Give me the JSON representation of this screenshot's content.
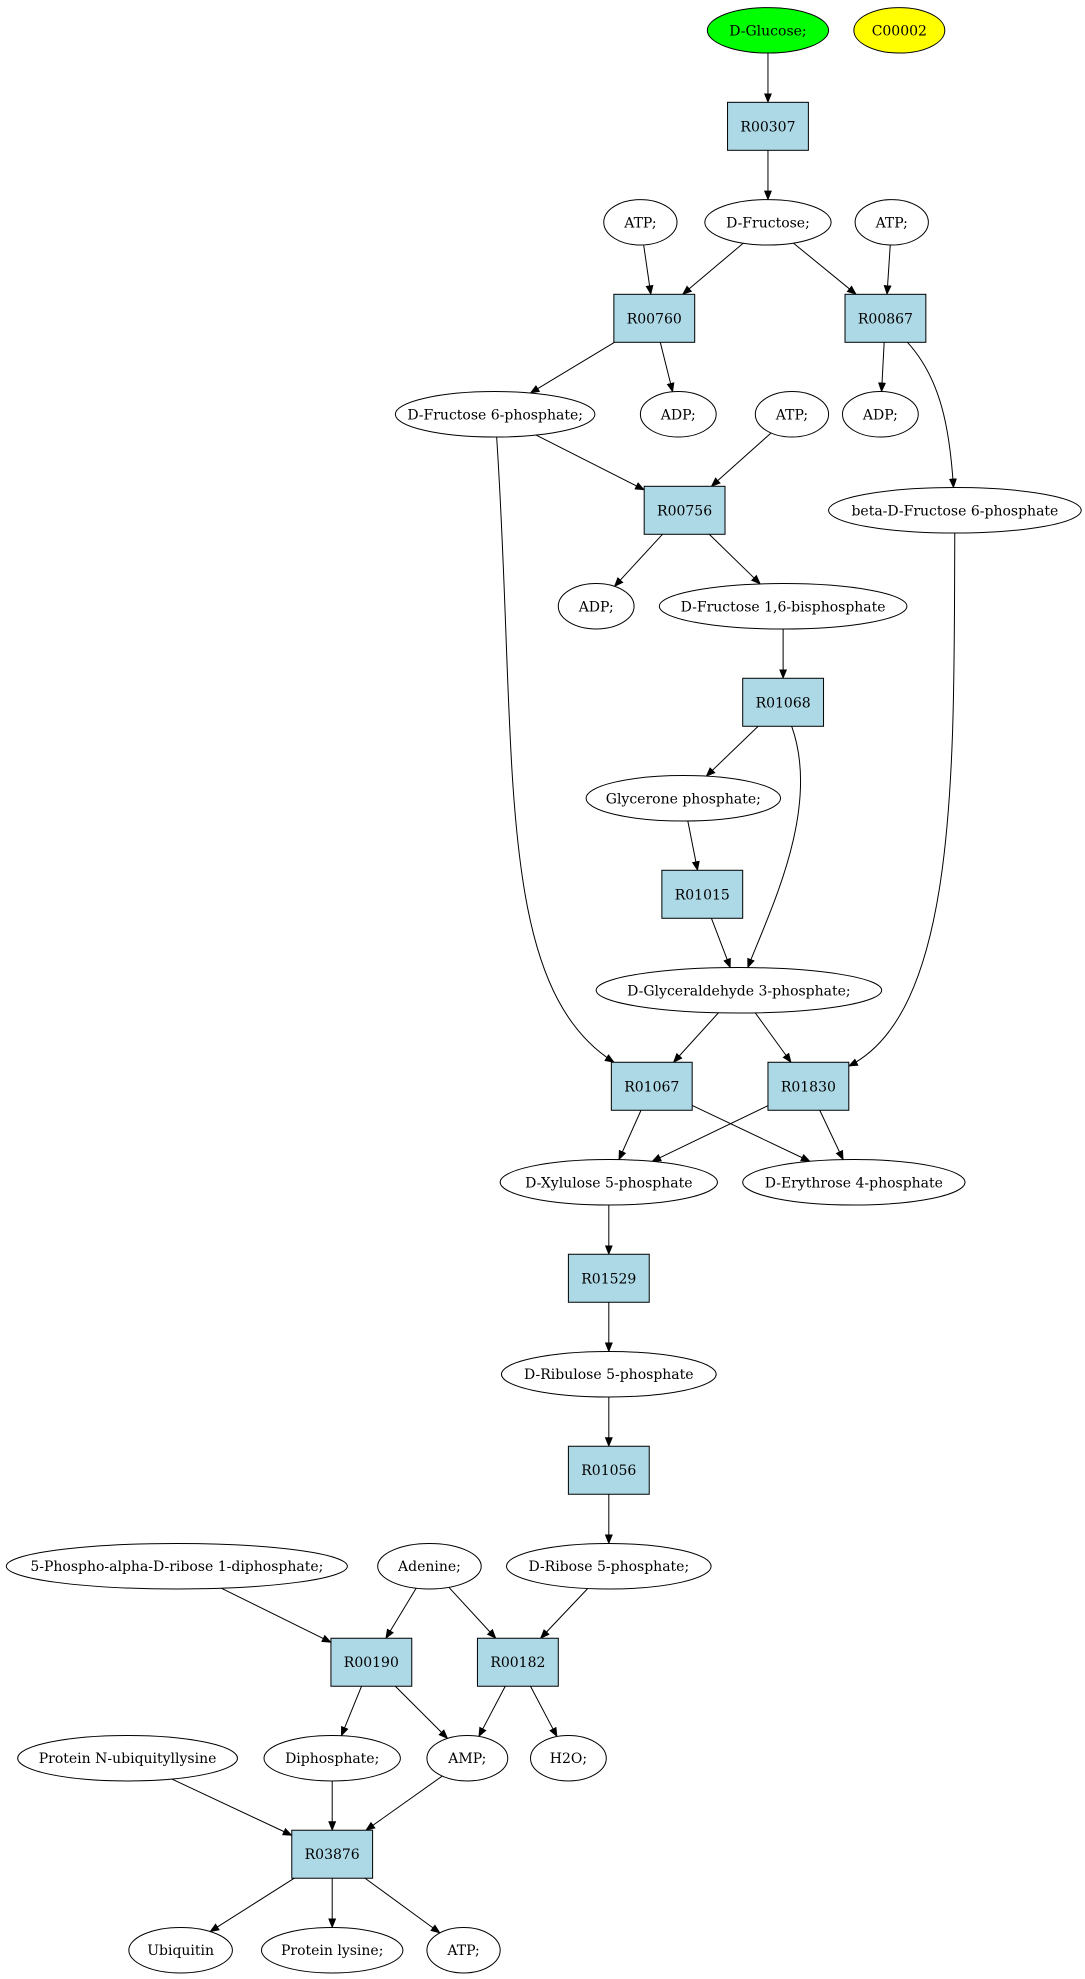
{
  "colors": {
    "start_compound": "#00ff00",
    "highlight_compound": "#ffff00",
    "reaction_fill": "#add8e6",
    "compound_fill": "#ffffff",
    "edge": "#000000"
  },
  "nodes": [
    {
      "id": "n_glucose",
      "kind": "compound",
      "role": "start",
      "label": "D-Glucose;"
    },
    {
      "id": "n_c00002",
      "kind": "compound",
      "role": "highlight",
      "label": "C00002"
    },
    {
      "id": "n_r00307",
      "kind": "reaction",
      "label": "R00307"
    },
    {
      "id": "n_atp1",
      "kind": "compound",
      "label": "ATP;"
    },
    {
      "id": "n_fructose",
      "kind": "compound",
      "label": "D-Fructose;"
    },
    {
      "id": "n_atp2",
      "kind": "compound",
      "label": "ATP;"
    },
    {
      "id": "n_r00760",
      "kind": "reaction",
      "label": "R00760"
    },
    {
      "id": "n_r00867",
      "kind": "reaction",
      "label": "R00867"
    },
    {
      "id": "n_f6p",
      "kind": "compound",
      "label": "D-Fructose 6-phosphate;"
    },
    {
      "id": "n_adp1",
      "kind": "compound",
      "label": "ADP;"
    },
    {
      "id": "n_atp3",
      "kind": "compound",
      "label": "ATP;"
    },
    {
      "id": "n_adp2",
      "kind": "compound",
      "label": "ADP;"
    },
    {
      "id": "n_bf6p",
      "kind": "compound",
      "label": "beta-D-Fructose 6-phosphate"
    },
    {
      "id": "n_r00756",
      "kind": "reaction",
      "label": "R00756"
    },
    {
      "id": "n_adp3",
      "kind": "compound",
      "label": "ADP;"
    },
    {
      "id": "n_f16bp",
      "kind": "compound",
      "label": "D-Fructose 1,6-bisphosphate"
    },
    {
      "id": "n_r01068",
      "kind": "reaction",
      "label": "R01068"
    },
    {
      "id": "n_glycerone",
      "kind": "compound",
      "label": "Glycerone phosphate;"
    },
    {
      "id": "n_r01015",
      "kind": "reaction",
      "label": "R01015"
    },
    {
      "id": "n_g3p",
      "kind": "compound",
      "label": "D-Glyceraldehyde 3-phosphate;"
    },
    {
      "id": "n_r01067",
      "kind": "reaction",
      "label": "R01067"
    },
    {
      "id": "n_r01830",
      "kind": "reaction",
      "label": "R01830"
    },
    {
      "id": "n_x5p",
      "kind": "compound",
      "label": "D-Xylulose 5-phosphate"
    },
    {
      "id": "n_e4p",
      "kind": "compound",
      "label": "D-Erythrose 4-phosphate"
    },
    {
      "id": "n_r01529",
      "kind": "reaction",
      "label": "R01529"
    },
    {
      "id": "n_ru5p",
      "kind": "compound",
      "label": "D-Ribulose 5-phosphate"
    },
    {
      "id": "n_r01056",
      "kind": "reaction",
      "label": "R01056"
    },
    {
      "id": "n_prpp",
      "kind": "compound",
      "label": "5-Phospho-alpha-D-ribose 1-diphosphate;"
    },
    {
      "id": "n_adenine",
      "kind": "compound",
      "label": "Adenine;"
    },
    {
      "id": "n_r5p",
      "kind": "compound",
      "label": "D-Ribose 5-phosphate;"
    },
    {
      "id": "n_r00190",
      "kind": "reaction",
      "label": "R00190"
    },
    {
      "id": "n_r00182",
      "kind": "reaction",
      "label": "R00182"
    },
    {
      "id": "n_ubilys",
      "kind": "compound",
      "label": "Protein N-ubiquityllysine"
    },
    {
      "id": "n_diphosphate",
      "kind": "compound",
      "label": "Diphosphate;"
    },
    {
      "id": "n_amp",
      "kind": "compound",
      "label": "AMP;"
    },
    {
      "id": "n_h2o",
      "kind": "compound",
      "label": "H2O;"
    },
    {
      "id": "n_r03876",
      "kind": "reaction",
      "label": "R03876"
    },
    {
      "id": "n_ubiquitin",
      "kind": "compound",
      "label": "Ubiquitin"
    },
    {
      "id": "n_plys",
      "kind": "compound",
      "label": "Protein lysine;"
    },
    {
      "id": "n_atp4",
      "kind": "compound",
      "label": "ATP;"
    }
  ],
  "edges": [
    {
      "from": "n_glucose",
      "to": "n_r00307"
    },
    {
      "from": "n_r00307",
      "to": "n_fructose"
    },
    {
      "from": "n_atp1",
      "to": "n_r00760"
    },
    {
      "from": "n_fructose",
      "to": "n_r00760"
    },
    {
      "from": "n_fructose",
      "to": "n_r00867"
    },
    {
      "from": "n_atp2",
      "to": "n_r00867"
    },
    {
      "from": "n_r00760",
      "to": "n_f6p"
    },
    {
      "from": "n_r00760",
      "to": "n_adp1"
    },
    {
      "from": "n_r00867",
      "to": "n_adp2"
    },
    {
      "from": "n_r00867",
      "to": "n_bf6p"
    },
    {
      "from": "n_f6p",
      "to": "n_r00756"
    },
    {
      "from": "n_atp3",
      "to": "n_r00756"
    },
    {
      "from": "n_r00756",
      "to": "n_adp3"
    },
    {
      "from": "n_r00756",
      "to": "n_f16bp"
    },
    {
      "from": "n_f16bp",
      "to": "n_r01068"
    },
    {
      "from": "n_r01068",
      "to": "n_glycerone"
    },
    {
      "from": "n_r01068",
      "to": "n_g3p"
    },
    {
      "from": "n_glycerone",
      "to": "n_r01015"
    },
    {
      "from": "n_r01015",
      "to": "n_g3p"
    },
    {
      "from": "n_f6p",
      "to": "n_r01067"
    },
    {
      "from": "n_g3p",
      "to": "n_r01067"
    },
    {
      "from": "n_g3p",
      "to": "n_r01830"
    },
    {
      "from": "n_bf6p",
      "to": "n_r01830"
    },
    {
      "from": "n_r01067",
      "to": "n_x5p"
    },
    {
      "from": "n_r01067",
      "to": "n_e4p"
    },
    {
      "from": "n_r01830",
      "to": "n_x5p"
    },
    {
      "from": "n_r01830",
      "to": "n_e4p"
    },
    {
      "from": "n_x5p",
      "to": "n_r01529"
    },
    {
      "from": "n_r01529",
      "to": "n_ru5p"
    },
    {
      "from": "n_ru5p",
      "to": "n_r01056"
    },
    {
      "from": "n_r01056",
      "to": "n_r5p"
    },
    {
      "from": "n_prpp",
      "to": "n_r00190"
    },
    {
      "from": "n_adenine",
      "to": "n_r00190"
    },
    {
      "from": "n_adenine",
      "to": "n_r00182"
    },
    {
      "from": "n_r5p",
      "to": "n_r00182"
    },
    {
      "from": "n_r00190",
      "to": "n_diphosphate"
    },
    {
      "from": "n_r00190",
      "to": "n_amp"
    },
    {
      "from": "n_r00182",
      "to": "n_amp"
    },
    {
      "from": "n_r00182",
      "to": "n_h2o"
    },
    {
      "from": "n_ubilys",
      "to": "n_r03876"
    },
    {
      "from": "n_diphosphate",
      "to": "n_r03876"
    },
    {
      "from": "n_amp",
      "to": "n_r03876"
    },
    {
      "from": "n_r03876",
      "to": "n_ubiquitin"
    },
    {
      "from": "n_r03876",
      "to": "n_plys"
    },
    {
      "from": "n_r03876",
      "to": "n_atp4"
    }
  ]
}
